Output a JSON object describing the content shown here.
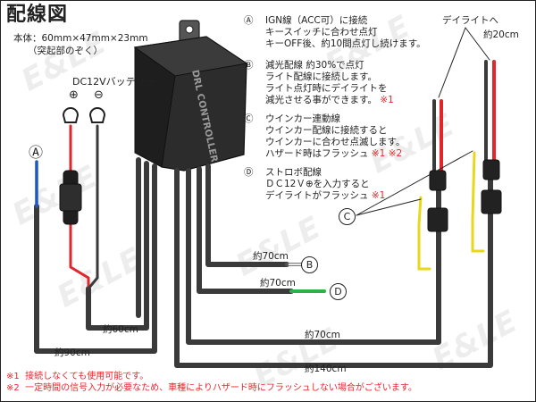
{
  "title": "配線図",
  "spec": {
    "size": "本体：60mm×47mm×23mm",
    "note": "（突起部のぞく）"
  },
  "battery": {
    "label": "DC12Vバッテリー",
    "plus": "⊕",
    "minus": "⊖"
  },
  "controller_label": "DRL CONTROLLER",
  "watermark": "E&LE",
  "items": [
    {
      "key": "Ⓐ",
      "lines": [
        "IGN線（ACC可）に接続",
        "キースイッチに合わせ点灯",
        "キーOFF後、約10間点灯し続けます。"
      ],
      "note": ""
    },
    {
      "key": "Ⓑ",
      "lines": [
        "減光配線 約30%で点灯",
        "ライト配線に接続します。",
        "ライト点灯時にデイライトを",
        "減光させる事ができます。"
      ],
      "note": "※1"
    },
    {
      "key": "Ⓒ",
      "lines": [
        "ウインカー連動線",
        "ウインカー配線に接続すると",
        "ウインカーに合わせ点滅します。",
        "ハザード時はフラッシュ"
      ],
      "note": "※1 ※2"
    },
    {
      "key": "Ⓓ",
      "lines": [
        "ストロボ配線",
        "ＤＣ12Ｖ⊕を入力すると",
        "デイライトがフラッシュ"
      ],
      "note": "※1"
    }
  ],
  "labels": {
    "daylight": "デイライトへ",
    "approx20": "約20cm",
    "approx70_b": "約70cm",
    "approx70_d": "約70cm",
    "approx60": "約60cm",
    "approx90": "約90cm",
    "approx70_main": "約70cm",
    "approx140": "約140cm",
    "marker_a": "Ⓐ",
    "marker_b": "B",
    "marker_c": "C",
    "marker_d": "D"
  },
  "footnotes": [
    {
      "mark": "※1",
      "text": "接続しなくても使用可能です。"
    },
    {
      "mark": "※2",
      "text": "一定時間の信号入力が必要なため、車種によりハザード時にフラッシュしない場合がございます。"
    }
  ],
  "colors": {
    "wire_sheath": "#3a3a3a",
    "wire_red": "#e0252b",
    "wire_blue": "#1f57c4",
    "wire_green": "#2bb34a",
    "wire_white": "#e8e8e8",
    "wire_yellow": "#e7d91a",
    "note_red": "#e8262b"
  }
}
